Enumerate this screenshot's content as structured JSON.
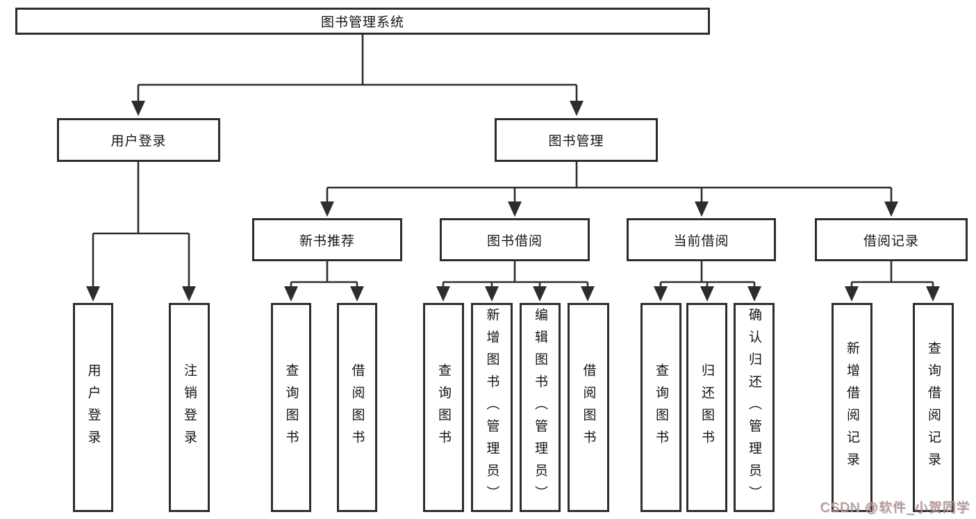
{
  "tree": {
    "label": "图书管理系统",
    "children": [
      {
        "label": "用户登录",
        "children": [
          {
            "label": "用户登录"
          },
          {
            "label": "注销登录"
          }
        ]
      },
      {
        "label": "图书管理",
        "children": [
          {
            "label": "新书推荐",
            "children": [
              {
                "label": "查询图书"
              },
              {
                "label": "借阅图书"
              }
            ]
          },
          {
            "label": "图书借阅",
            "children": [
              {
                "label": "查询图书"
              },
              {
                "label": "新增图书（管理员）"
              },
              {
                "label": "编辑图书（管理员）"
              },
              {
                "label": "借阅图书"
              }
            ]
          },
          {
            "label": "当前借阅",
            "children": [
              {
                "label": "查询图书"
              },
              {
                "label": "归还图书"
              },
              {
                "label": "确认归还（管理员）"
              }
            ]
          },
          {
            "label": "借阅记录",
            "children": [
              {
                "label": "新增借阅记录"
              },
              {
                "label": "查询借阅记录"
              }
            ]
          }
        ]
      }
    ]
  },
  "watermark": {
    "text": "CSDN @软件_小贺同学"
  },
  "colors": {
    "line": "#2d2d2d",
    "text": "#141414",
    "watermark_gray": "#9a9a9a",
    "watermark_red": "#ff6e6e",
    "background": "#ffffff"
  }
}
